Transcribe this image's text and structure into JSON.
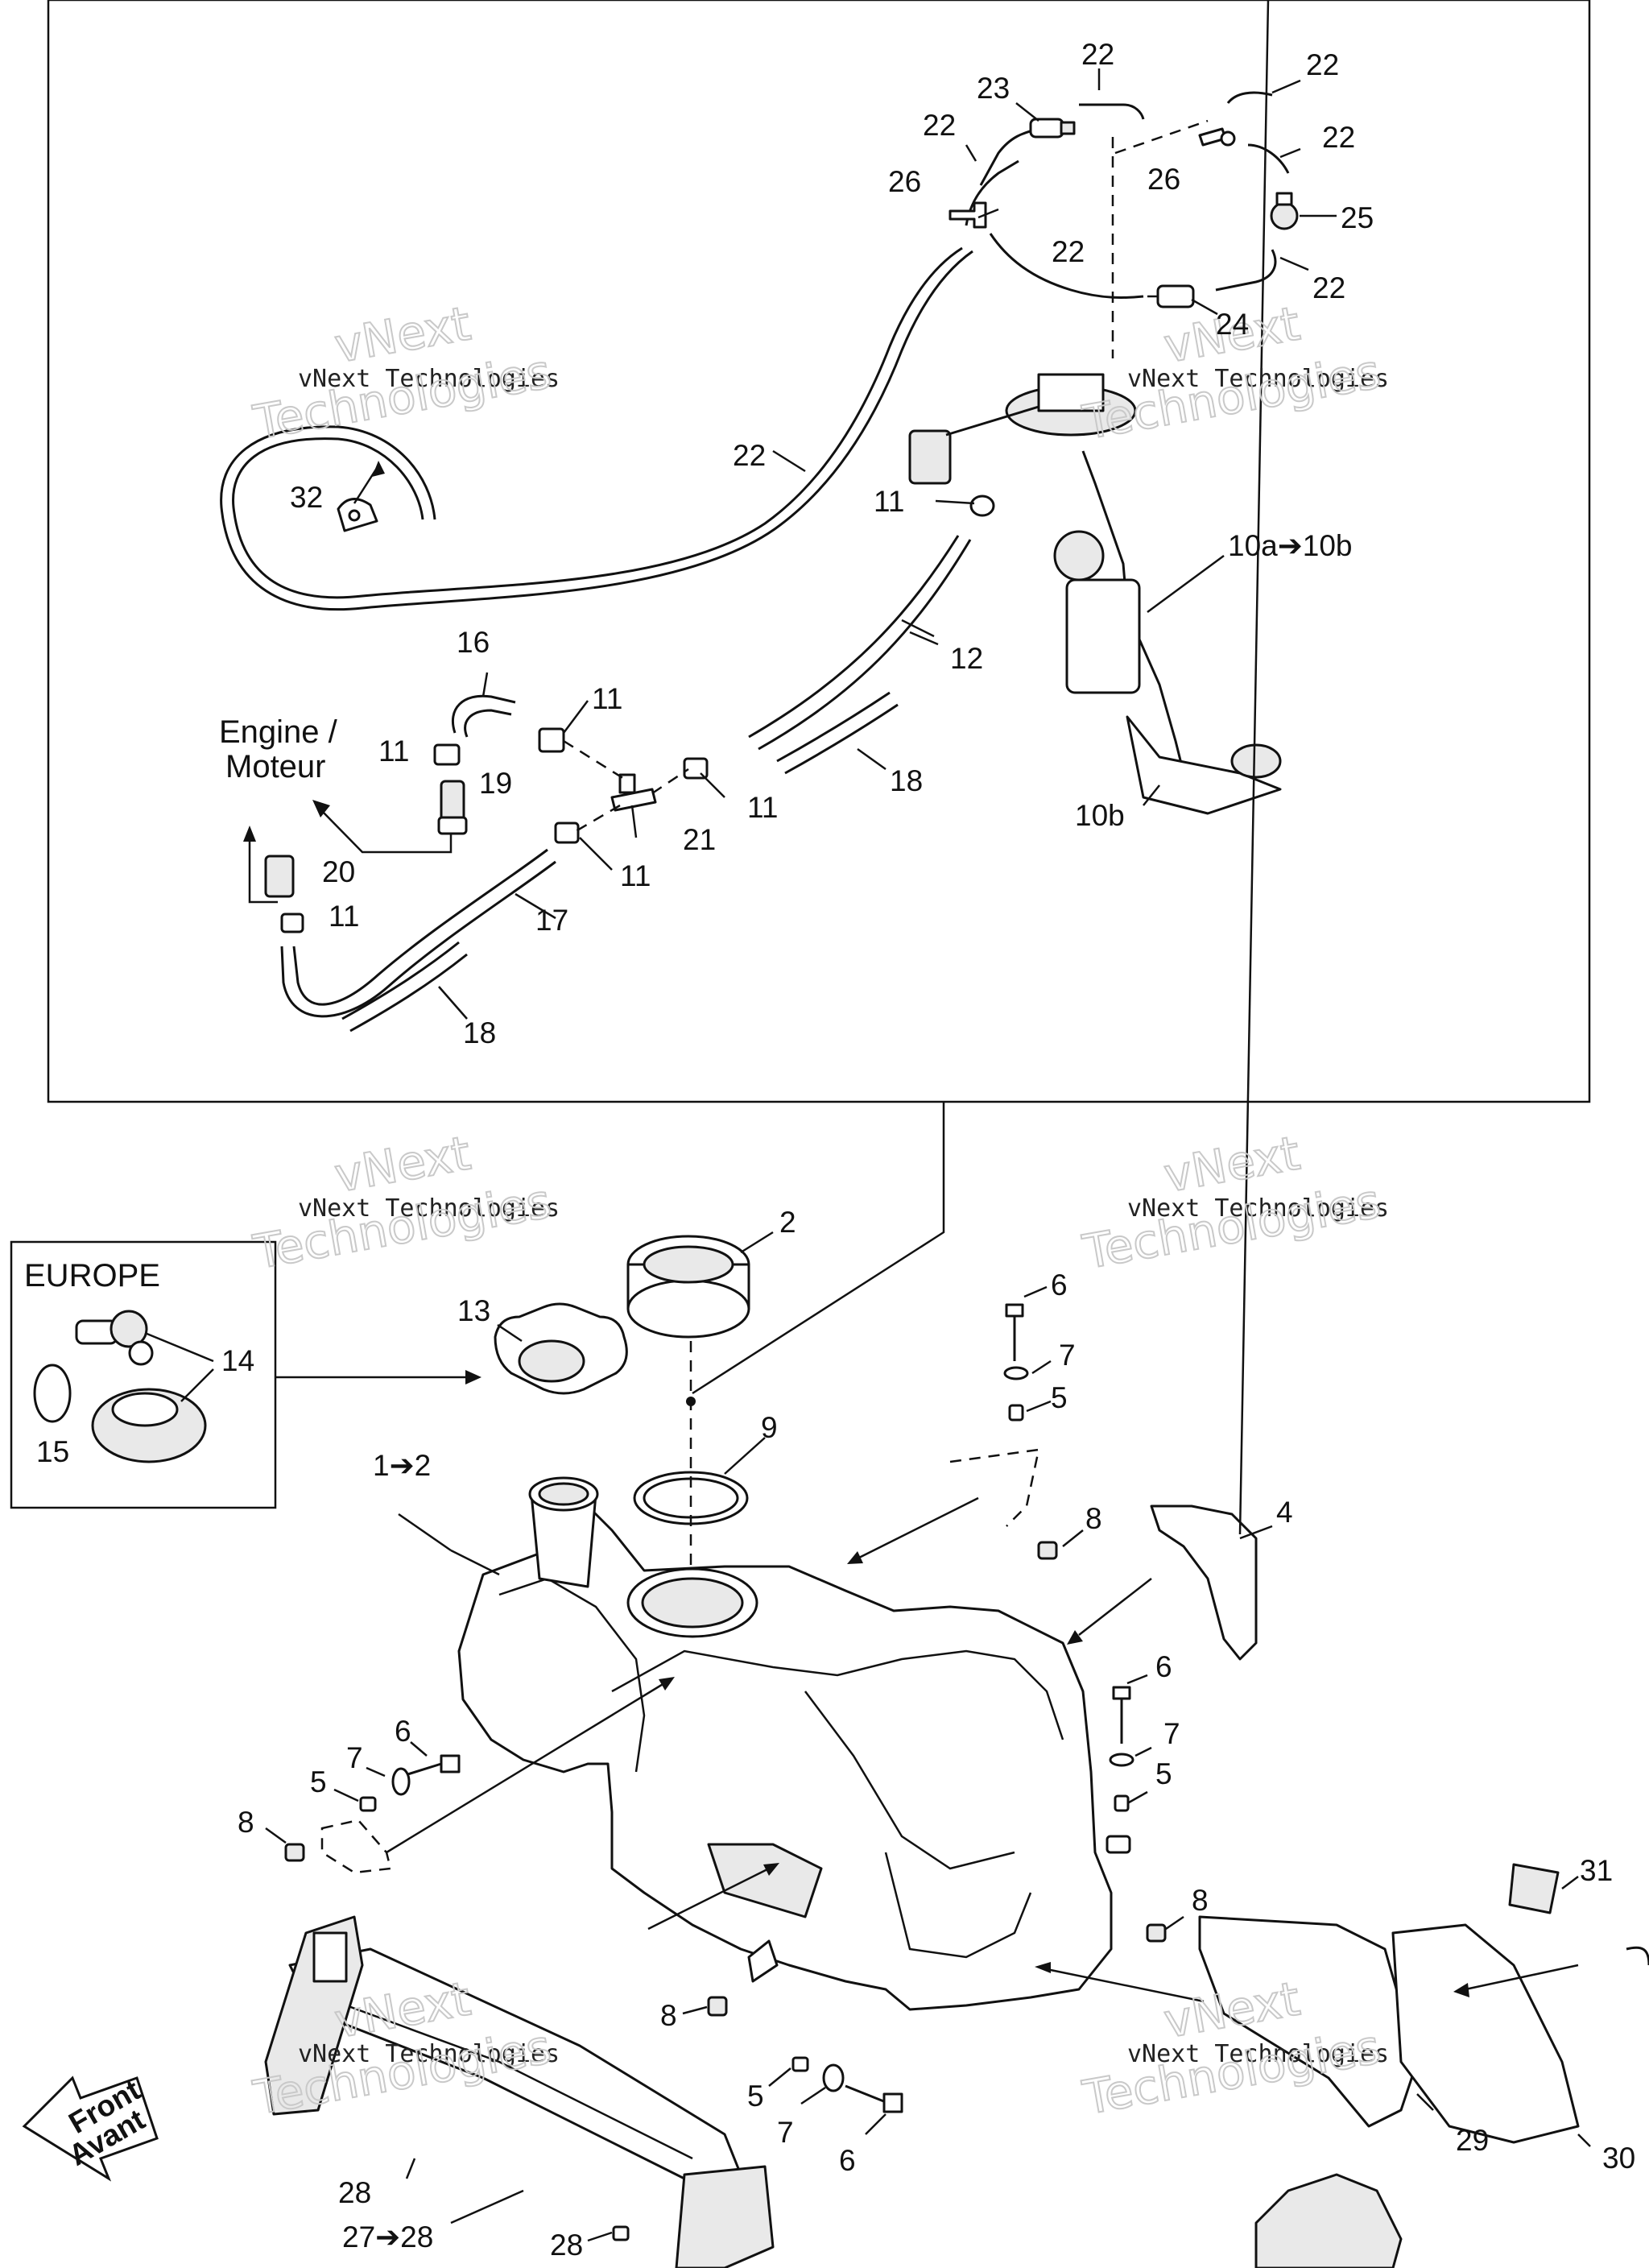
{
  "title_labels": {
    "engine": "Engine /",
    "moteur": "Moteur",
    "europe": "EUROPE",
    "front": "Front",
    "avant": "Avant"
  },
  "watermark": {
    "line1": "vNext Technologies",
    "line2": "vNext",
    "line3": "Technologies"
  },
  "callouts": {
    "c22a": "22",
    "c22b": "22",
    "c23": "23",
    "c22c": "22",
    "c22d": "22",
    "c26a": "26",
    "c26b": "26",
    "c25": "25",
    "c22e": "22",
    "c22f": "22",
    "c24": "24",
    "c22g": "22",
    "c32": "32",
    "c11a": "11",
    "c10a10b": "10a➔10b",
    "c16": "16",
    "c11b": "11",
    "c12": "12",
    "c11c": "11",
    "c19": "19",
    "c11d": "11",
    "c18a": "18",
    "c21": "21",
    "c10b": "10b",
    "c20": "20",
    "c11e": "11",
    "c11f": "11",
    "c17": "17",
    "c18b": "18",
    "c2": "2",
    "c13": "13",
    "c14": "14",
    "c15": "15",
    "c6a": "6",
    "c7a": "7",
    "c5a": "5",
    "c9": "9",
    "c1_2": "1➔2",
    "c8a": "8",
    "c4": "4",
    "c6b": "6",
    "c7b": "7",
    "c5b": "5",
    "c6c": "6",
    "c7c": "7",
    "c5c": "5",
    "c8b": "8",
    "c8c": "8",
    "c31": "31",
    "c8d": "8",
    "c5d": "5",
    "c7d": "7",
    "c6d": "6",
    "c28a": "28",
    "c27_28": "27➔28",
    "c28b": "28",
    "c29": "29",
    "c30": "30"
  }
}
